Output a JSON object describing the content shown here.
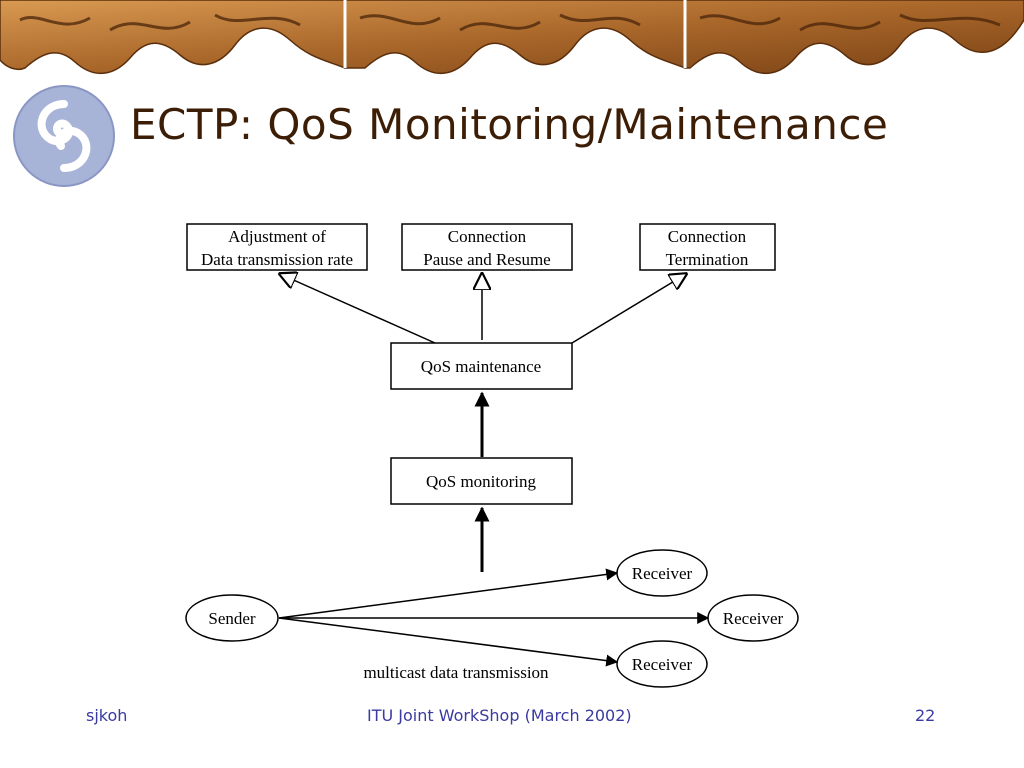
{
  "title": "ECTP: QoS Monitoring/Maintenance",
  "diagram": {
    "adjust": {
      "line1": "Adjustment of",
      "line2": "Data transmission rate"
    },
    "pause": {
      "line1": "Connection",
      "line2": "Pause and Resume"
    },
    "term": {
      "line1": "Connection",
      "line2": "Termination"
    },
    "maintenance": "QoS maintenance",
    "monitoring": "QoS monitoring",
    "sender": "Sender",
    "receivers": [
      "Receiver",
      "Receiver",
      "Receiver"
    ],
    "multicast_label": "multicast data transmission"
  },
  "footer": {
    "author": "sjkoh",
    "event": "ITU Joint WorkShop (March 2002)",
    "page": "22"
  },
  "colors": {
    "title": "#3c1d06",
    "footer": "#3a3aa0",
    "banner": "#b5712c"
  },
  "icons": {
    "logo": "swirl-logo-icon"
  }
}
